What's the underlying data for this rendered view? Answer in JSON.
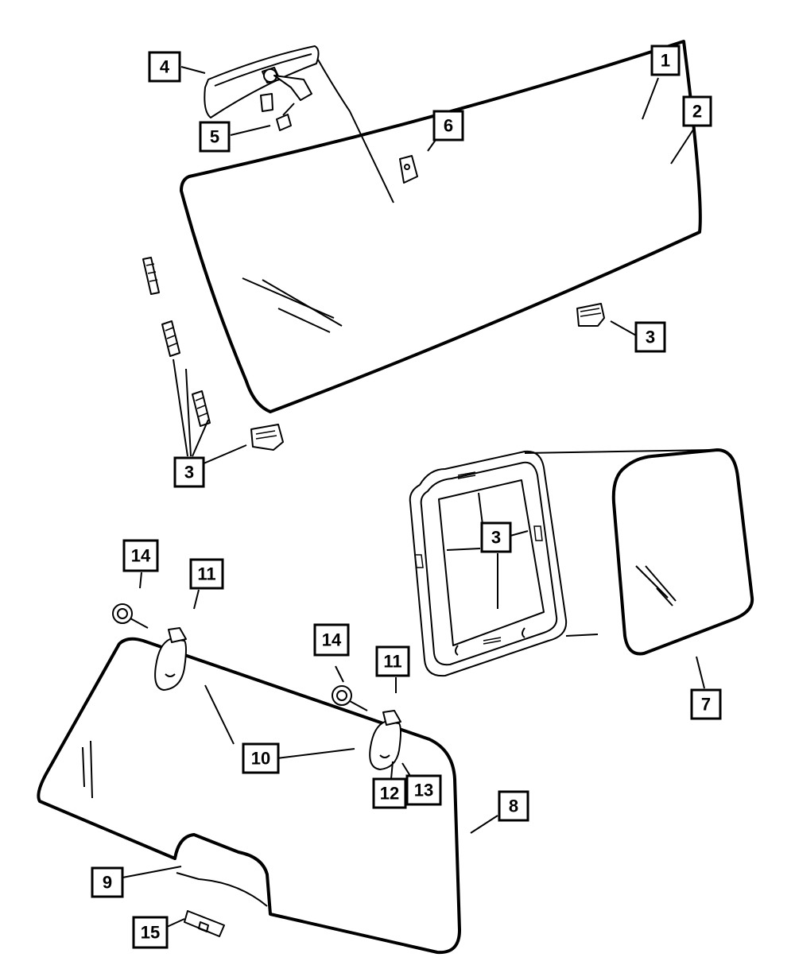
{
  "callouts": [
    {
      "id": "c1",
      "label": "1"
    },
    {
      "id": "c2",
      "label": "2"
    },
    {
      "id": "c3a",
      "label": "3"
    },
    {
      "id": "c3b",
      "label": "3"
    },
    {
      "id": "c3c",
      "label": "3"
    },
    {
      "id": "c4",
      "label": "4"
    },
    {
      "id": "c5",
      "label": "5"
    },
    {
      "id": "c6",
      "label": "6"
    },
    {
      "id": "c7",
      "label": "7"
    },
    {
      "id": "c8",
      "label": "8"
    },
    {
      "id": "c9",
      "label": "9"
    },
    {
      "id": "c10",
      "label": "10"
    },
    {
      "id": "c11a",
      "label": "11"
    },
    {
      "id": "c11b",
      "label": "11"
    },
    {
      "id": "c12",
      "label": "12"
    },
    {
      "id": "c13",
      "label": "13"
    },
    {
      "id": "c14a",
      "label": "14"
    },
    {
      "id": "c14b",
      "label": "14"
    },
    {
      "id": "c15",
      "label": "15"
    }
  ]
}
